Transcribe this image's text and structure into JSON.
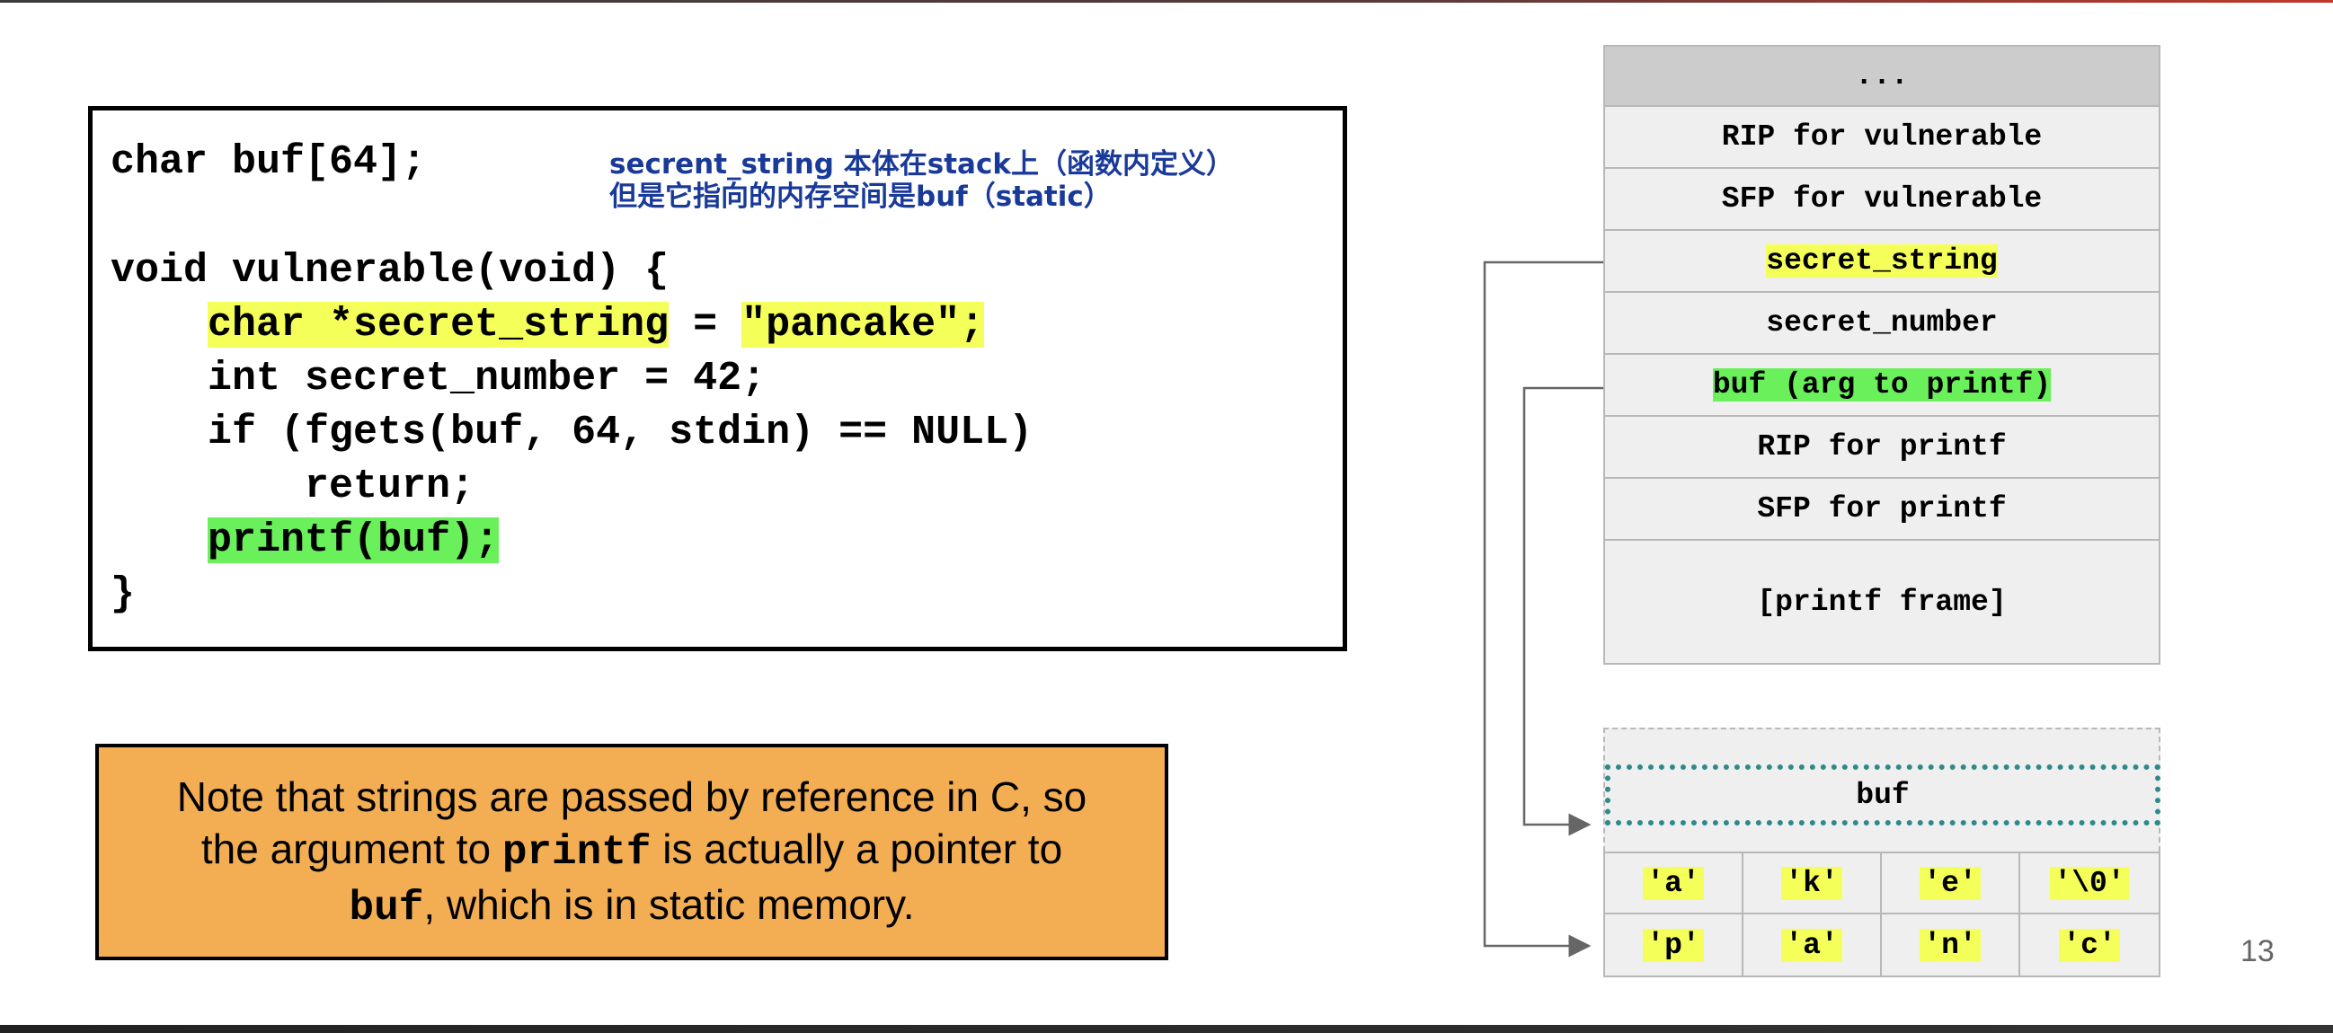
{
  "code": {
    "l1": "char buf[64];",
    "l2": "void vulnerable(void) {",
    "l3_pre": "    ",
    "l3_hl1": "char *secret_string",
    "l3_mid": " = ",
    "l3_hl2": "\"pancake\";",
    "l4": "    int secret_number = 42;",
    "l5": "    if (fgets(buf, 64, stdin) == NULL)",
    "l6": "        return;",
    "l7_pre": "    ",
    "l7_hl": "printf(buf);",
    "l8": "}"
  },
  "annotation": {
    "line1": "secrent_string 本体在stack上（函数内定义）",
    "line2": "但是它指向的内存空间是buf（static）"
  },
  "note": {
    "t1": "Note that strings are passed by reference in C, so",
    "t2": "the argument to ",
    "t2_code": "printf",
    "t2_after": " is actually a pointer to",
    "t3_code": "buf",
    "t3_after": ", which is in static memory."
  },
  "stack": {
    "cells": [
      "...",
      "RIP for vulnerable",
      "SFP for vulnerable",
      "secret_string",
      "secret_number",
      "buf (arg to printf)",
      "RIP for printf",
      "SFP for printf",
      "[printf frame]"
    ]
  },
  "buf": {
    "label": "buf",
    "row1": [
      "'a'",
      "'k'",
      "'e'",
      "'\\0'"
    ],
    "row2": [
      "'p'",
      "'a'",
      "'n'",
      "'c'"
    ]
  },
  "colors": {
    "highlight_yellow": "#f5ff5a",
    "highlight_green": "#6af05a",
    "note_bg": "#f3ae53",
    "annotation": "#1a3a9a"
  },
  "page_number": "13"
}
